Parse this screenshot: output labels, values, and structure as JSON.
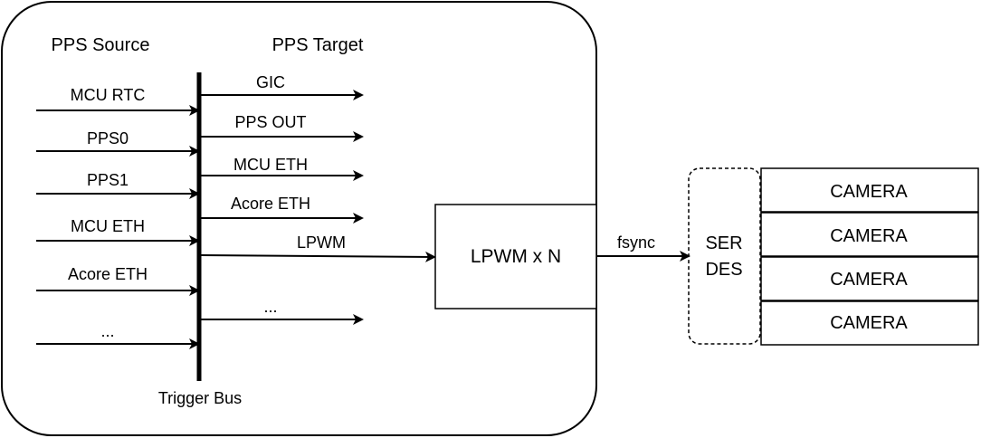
{
  "headers": {
    "source": "PPS Source",
    "target": "PPS Target"
  },
  "bus_label": "Trigger Bus",
  "sources": [
    "MCU RTC",
    "PPS0",
    "PPS1",
    "MCU ETH",
    "Acore ETH",
    "..."
  ],
  "targets": [
    "GIC",
    "PPS OUT",
    "MCU ETH",
    "Acore ETH",
    "LPWM",
    "..."
  ],
  "lpwm_block": "LPWM x N",
  "fsync_label": "fsync",
  "serdes": {
    "line1": "SER",
    "line2": "DES"
  },
  "cameras": [
    "CAMERA",
    "CAMERA",
    "CAMERA",
    "CAMERA"
  ],
  "colors": {
    "stroke": "#000000",
    "background": "#ffffff"
  }
}
